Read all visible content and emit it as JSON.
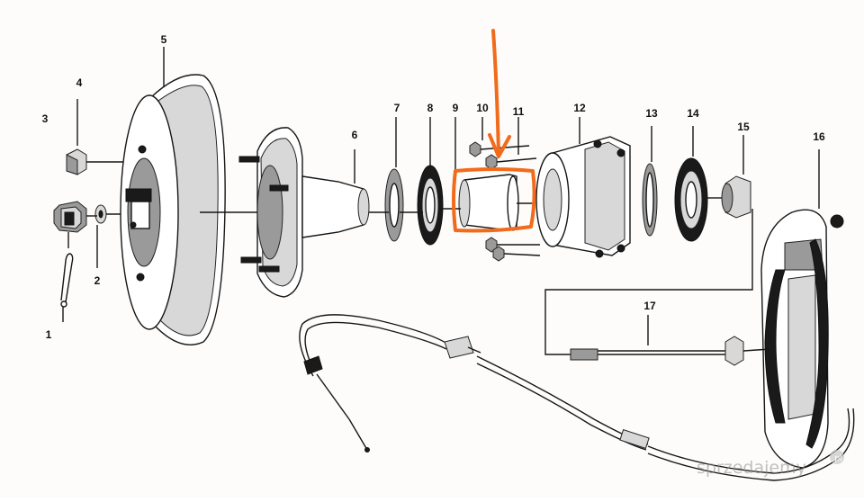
{
  "diagram": {
    "labels": {
      "p1": "1",
      "p2": "2",
      "p3": "3",
      "p4": "4",
      "p5": "5",
      "p6": "6",
      "p7": "7",
      "p8": "8",
      "p9": "9",
      "p10": "10",
      "p11": "11",
      "p12": "12",
      "p13": "13",
      "p14": "14",
      "p15": "15",
      "p16": "16",
      "p17": "17"
    },
    "highlight_color": "#f26a1b",
    "watermark": {
      "text": "sprzedajemy",
      "suffix": ".pl"
    }
  }
}
